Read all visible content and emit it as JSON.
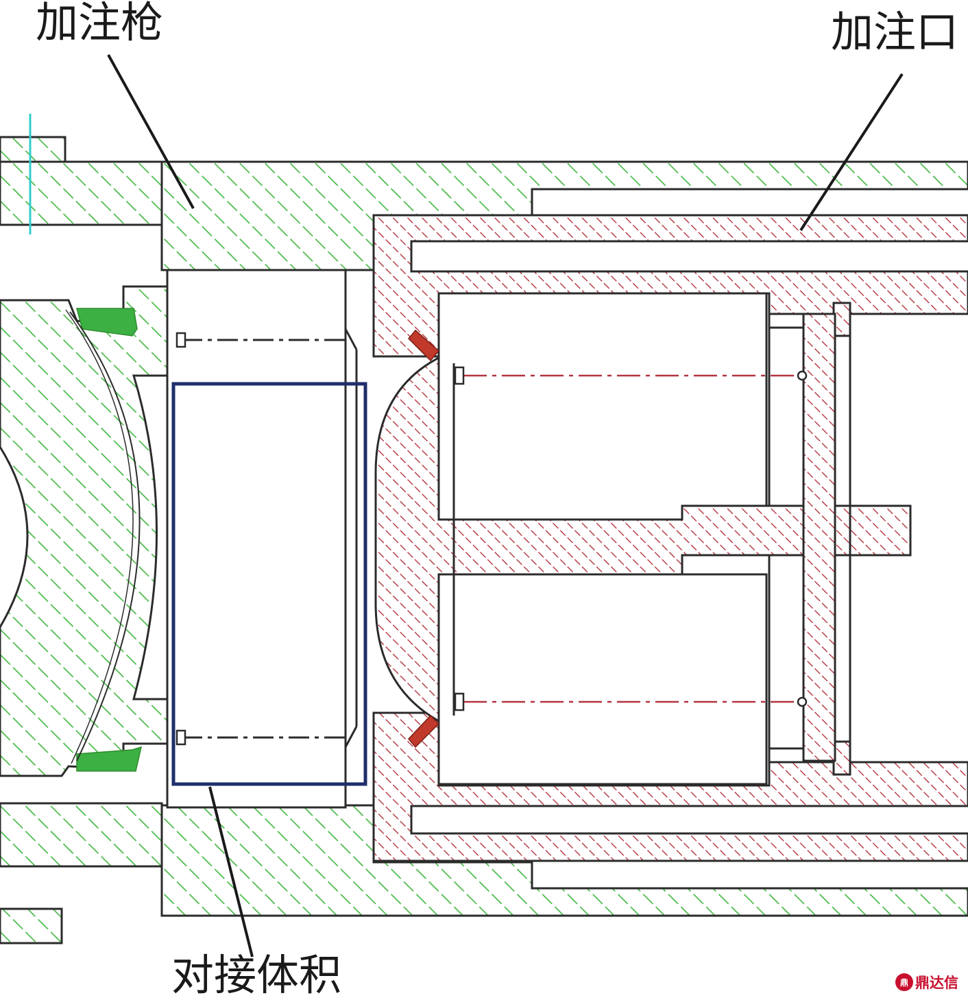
{
  "labels": {
    "filling_gun": "加注枪",
    "filling_port": "加注口",
    "docking_volume": "对接体积"
  },
  "watermark": {
    "text": "鼎达信",
    "logo_glyph": "鼎"
  },
  "colors": {
    "gun_hatch": "#4cbb4c",
    "port_hatch": "#b2333f",
    "outline": "#2b2b2b",
    "docking_box": "#1f2f6b",
    "seal_fill": "#3cb043",
    "pin_fill": "#c0392b",
    "marker_cyan": "#33cccc",
    "watermark": "#c8102e"
  }
}
